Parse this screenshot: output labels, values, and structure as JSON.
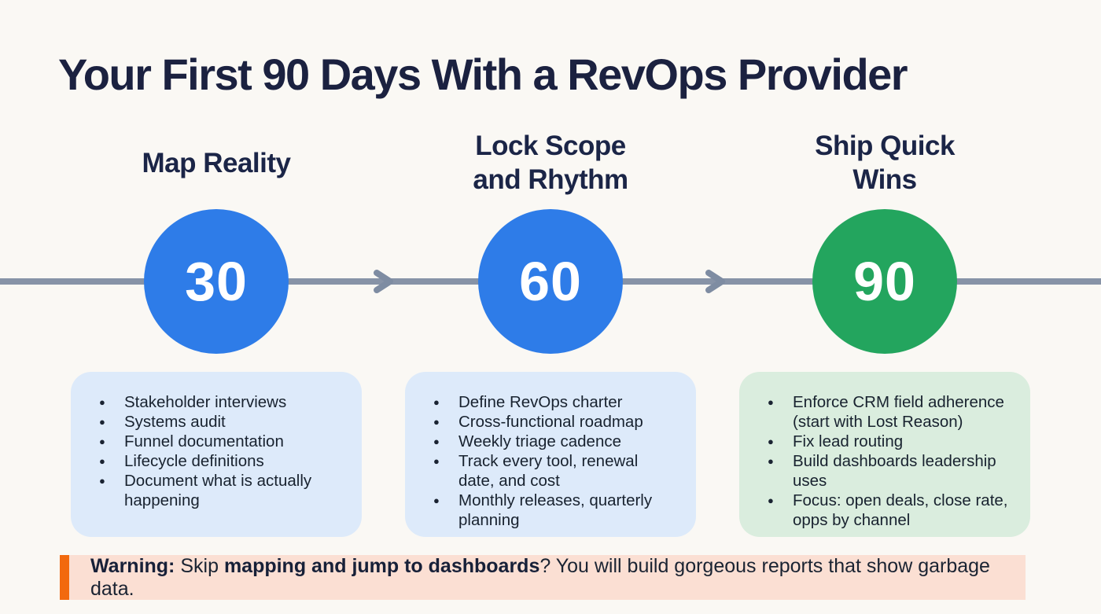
{
  "page": {
    "title": "Your First 90 Days With a RevOps Provider",
    "background_color": "#faf8f4",
    "title_color": "#1b2140"
  },
  "timeline": {
    "line_color": "#8793a7",
    "arrow_color": "#7e8ca2",
    "arrow_icon": "right-chevron"
  },
  "columns": [
    {
      "day": "30",
      "title": "Map Reality",
      "circle_color": "#2e7ce8",
      "card_bg": "#ddeafa",
      "items": [
        "Stakeholder interviews",
        "Systems audit",
        "Funnel documentation",
        "Lifecycle definitions",
        "Document what is actually\nhappening"
      ]
    },
    {
      "day": "60",
      "title": "Lock Scope\nand Rhythm",
      "circle_color": "#2e7ce8",
      "card_bg": "#ddeafa",
      "items": [
        "Define RevOps charter",
        "Cross-functional roadmap",
        "Weekly triage cadence",
        "Track every tool, renewal\ndate, and cost",
        "Monthly releases, quarterly\nplanning"
      ]
    },
    {
      "day": "90",
      "title": "Ship Quick\nWins",
      "circle_color": "#23a55e",
      "card_bg": "#daedde",
      "items": [
        "Enforce CRM field adherence\n(start with Lost Reason)",
        "Fix lead routing",
        "Build dashboards leadership\nuses",
        "Focus: open deals, close rate,\nopps by channel"
      ]
    }
  ],
  "warning": {
    "accent_color": "#f2690e",
    "background_color": "#fbdfd3",
    "segments": [
      {
        "text": "Warning: ",
        "bold": true
      },
      {
        "text": "Skip ",
        "bold": false
      },
      {
        "text": "mapping and jump to dashboards",
        "bold": true
      },
      {
        "text": "? You will build gorgeous reports that show garbage data.",
        "bold": false
      }
    ]
  }
}
